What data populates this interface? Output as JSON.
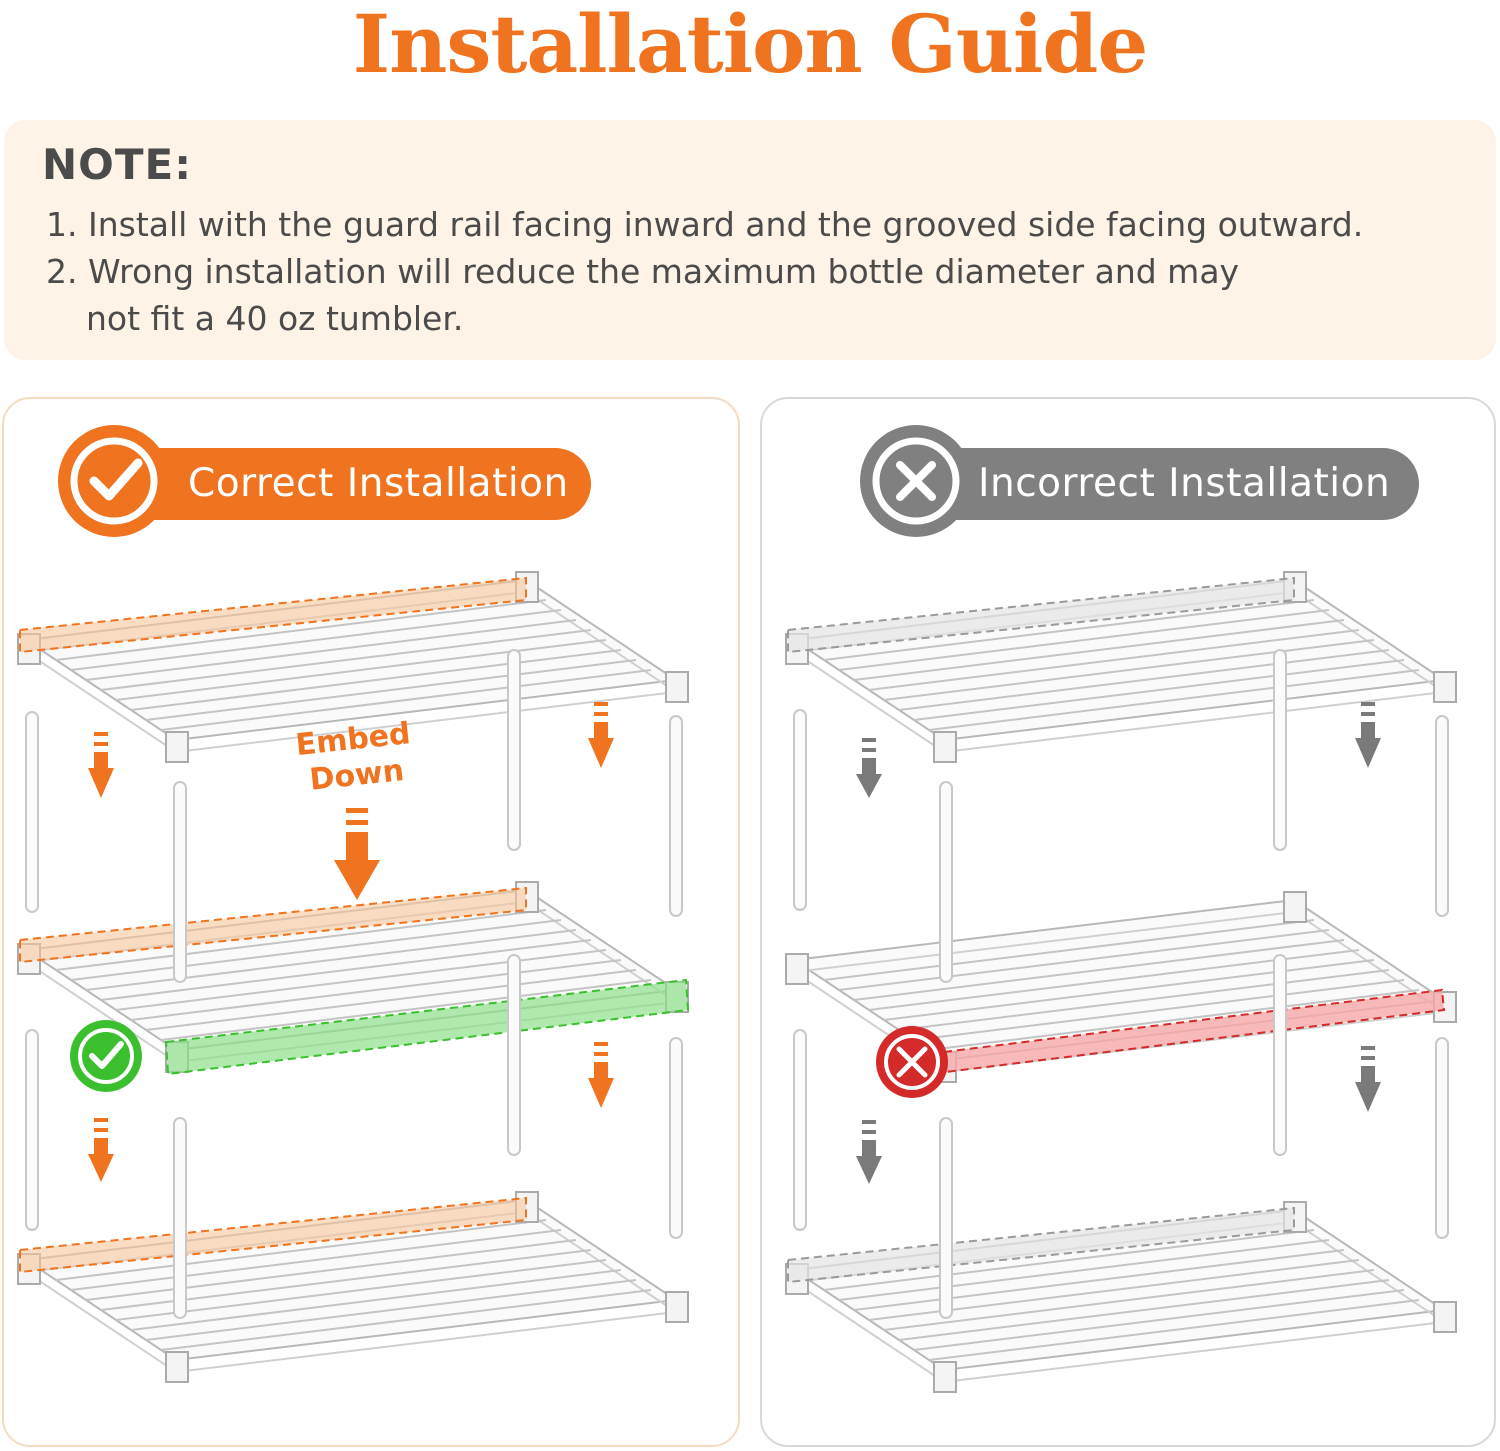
{
  "title": "Installation Guide",
  "note": {
    "heading": "NOTE:",
    "line1": "1. Install with the guard rail facing inward and the grooved side facing outward.",
    "line2": "2. Wrong installation will reduce the maximum bottle diameter and may",
    "line3": "not fit a 40 oz tumbler."
  },
  "correct": {
    "label": "Correct Installation",
    "embed_line1": "Embed",
    "embed_line2": "Down",
    "icon": "check-circle-icon"
  },
  "incorrect": {
    "label": "Incorrect Installation",
    "icon": "x-circle-icon"
  },
  "colors": {
    "accent": "#f07320",
    "gray": "#808080",
    "correct_green": "#3bbf2f",
    "wrong_red": "#d42a2a",
    "note_bg": "#fdf3e7"
  }
}
